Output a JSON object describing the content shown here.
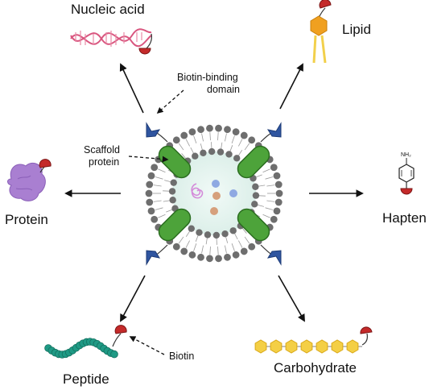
{
  "labels": {
    "nucleic_acid": "Nucleic acid",
    "lipid": "Lipid",
    "protein": "Protein",
    "hapten": "Hapten",
    "peptide": "Peptide",
    "carbohydrate": "Carbohydrate",
    "biotin_binding_domain_line1": "Biotin-binding",
    "biotin_binding_domain_line2": "domain",
    "scaffold_protein_line1": "Scaffold",
    "scaffold_protein_line2": "protein",
    "biotin": "Biotin",
    "hapten_nh2": "NH₂"
  },
  "colors": {
    "scaffold_green": "#4da33a",
    "binding_domain_blue": "#2f55a0",
    "biotin_red": "#c42a2a",
    "lipid_head_gray": "#6e6e6e",
    "vesicle_interior": "#e6f3ef",
    "dna_pink": "#d9567f",
    "lipid_orange": "#f0a020",
    "lipid_tail_yellow": "#f2d04b",
    "protein_purple": "#a97fd1",
    "peptide_teal": "#1f9a85",
    "carbohydrate_yellow": "#f4cf45",
    "cargo_pink": "#d48ad9",
    "bead_blue": "#8fa9e2",
    "bead_tan": "#d6a07c"
  }
}
